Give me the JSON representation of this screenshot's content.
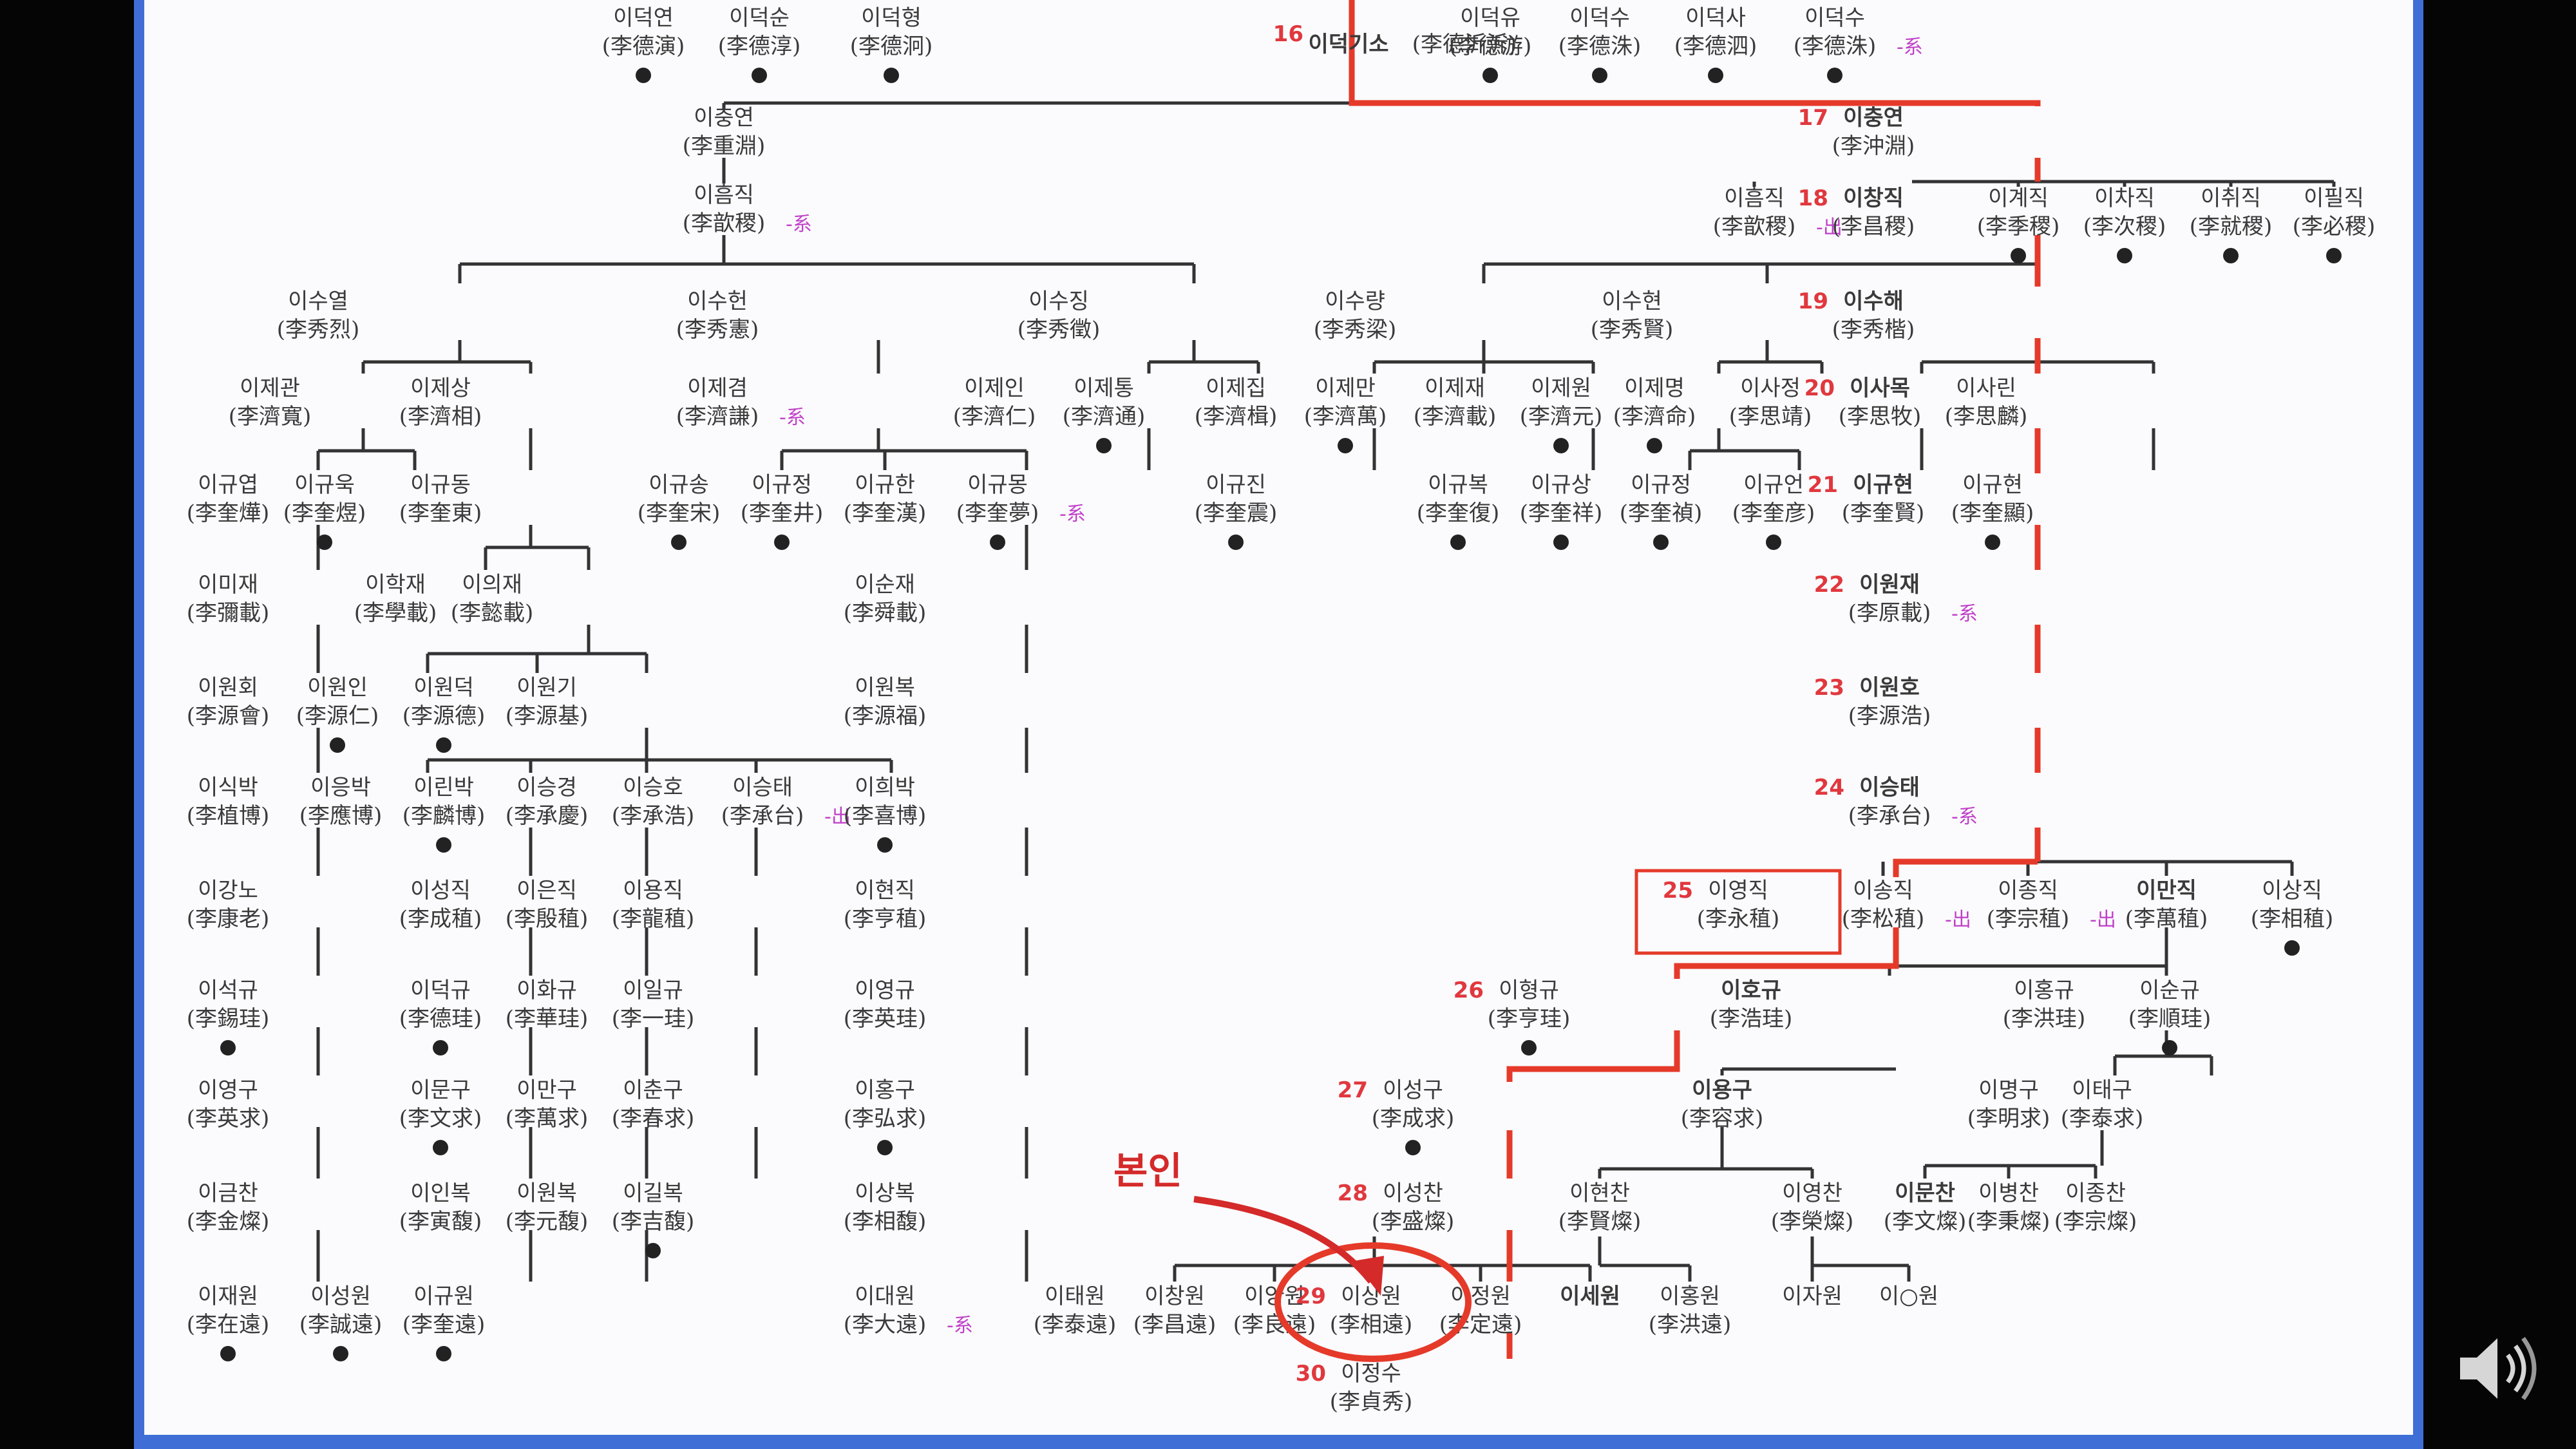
{
  "colors": {
    "background": "#050505",
    "frame": "#3f6fd6",
    "paper": "#fbfbfd",
    "main_line": "#e53a2a",
    "tree_line": "#333333",
    "ink": "#3a3a3a",
    "generation": "#e0383e",
    "tag": "#c040c8",
    "callout": "#d42a2a"
  },
  "callout": {
    "label": "본인"
  },
  "speaker": {
    "icon": "speaker-icon"
  },
  "nodes": [
    {
      "name": "이덕연",
      "hanja": "(李德演)"
    },
    {
      "name": "이덕순",
      "hanja": "(李德淳)"
    },
    {
      "name": "이덕형",
      "hanja": "(李德泂)"
    },
    {
      "gen": "16",
      "name": "이덕기소",
      "hanja": "(李德沂泝)"
    },
    {
      "name": "이덕유",
      "hanja": "(李德游)"
    },
    {
      "name": "이덕수",
      "hanja": "(李德洙)"
    },
    {
      "name": "이덕사",
      "hanja": "(李德泗)"
    },
    {
      "name": "이덕수",
      "hanja": "(李德洙)",
      "tag": "-系"
    },
    {
      "name": "이충연",
      "hanja": "(李重淵)"
    },
    {
      "gen": "17",
      "name": "이충연",
      "hanja": "(李沖淵)"
    },
    {
      "name": "이흠직",
      "hanja": "(李歆稷)",
      "tag": "-系"
    },
    {
      "name": "이흠직",
      "hanja": "(李歆稷)",
      "tag": "-出"
    },
    {
      "gen": "18",
      "name": "이창직",
      "hanja": "(李昌稷)"
    },
    {
      "name": "이계직",
      "hanja": "(李季稷)"
    },
    {
      "name": "이차직",
      "hanja": "(李次稷)"
    },
    {
      "name": "이취직",
      "hanja": "(李就稷)"
    },
    {
      "name": "이필직",
      "hanja": "(李必稷)"
    },
    {
      "name": "이수열",
      "hanja": "(李秀烈)"
    },
    {
      "name": "이수헌",
      "hanja": "(李秀憲)"
    },
    {
      "name": "이수징",
      "hanja": "(李秀徵)"
    },
    {
      "name": "이수량",
      "hanja": "(李秀梁)"
    },
    {
      "name": "이수현",
      "hanja": "(李秀賢)"
    },
    {
      "gen": "19",
      "name": "이수해",
      "hanja": "(李秀楷)"
    },
    {
      "name": "이제관",
      "hanja": "(李濟寬)"
    },
    {
      "name": "이제상",
      "hanja": "(李濟相)"
    },
    {
      "name": "이제겸",
      "hanja": "(李濟謙)",
      "tag": "-系"
    },
    {
      "name": "이제인",
      "hanja": "(李濟仁)"
    },
    {
      "name": "이제통",
      "hanja": "(李濟通)"
    },
    {
      "name": "이제집",
      "hanja": "(李濟楫)"
    },
    {
      "name": "이제만",
      "hanja": "(李濟萬)"
    },
    {
      "name": "이제재",
      "hanja": "(李濟載)"
    },
    {
      "name": "이제원",
      "hanja": "(李濟元)"
    },
    {
      "name": "이제명",
      "hanja": "(李濟命)"
    },
    {
      "name": "이사정",
      "hanja": "(李思靖)"
    },
    {
      "gen": "20",
      "name": "이사목",
      "hanja": "(李思牧)"
    },
    {
      "name": "이사린",
      "hanja": "(李思麟)"
    },
    {
      "name": "이규엽",
      "hanja": "(李奎燁)"
    },
    {
      "name": "이규욱",
      "hanja": "(李奎煜)"
    },
    {
      "name": "이규동",
      "hanja": "(李奎東)"
    },
    {
      "name": "이규송",
      "hanja": "(李奎宋)"
    },
    {
      "name": "이규정",
      "hanja": "(李奎井)"
    },
    {
      "name": "이규한",
      "hanja": "(李奎漢)"
    },
    {
      "name": "이규몽",
      "hanja": "(李奎夢)",
      "tag": "-系"
    },
    {
      "name": "이규진",
      "hanja": "(李奎震)"
    },
    {
      "name": "이규복",
      "hanja": "(李奎復)"
    },
    {
      "name": "이규상",
      "hanja": "(李奎祥)"
    },
    {
      "name": "이규정",
      "hanja": "(李奎禎)"
    },
    {
      "name": "이규언",
      "hanja": "(李奎彦)"
    },
    {
      "gen": "21",
      "name": "이규현",
      "hanja": "(李奎賢)"
    },
    {
      "name": "이규현",
      "hanja": "(李奎顯)"
    },
    {
      "name": "이미재",
      "hanja": "(李彌載)"
    },
    {
      "name": "이학재",
      "hanja": "(李學載)"
    },
    {
      "name": "이의재",
      "hanja": "(李懿載)"
    },
    {
      "name": "이순재",
      "hanja": "(李舜載)"
    },
    {
      "gen": "22",
      "name": "이원재",
      "hanja": "(李原載)",
      "tag": "-系"
    },
    {
      "name": "이원회",
      "hanja": "(李源會)"
    },
    {
      "name": "이원인",
      "hanja": "(李源仁)"
    },
    {
      "name": "이원덕",
      "hanja": "(李源德)"
    },
    {
      "name": "이원기",
      "hanja": "(李源基)"
    },
    {
      "name": "이원복",
      "hanja": "(李源福)"
    },
    {
      "gen": "23",
      "name": "이원호",
      "hanja": "(李源浩)"
    },
    {
      "name": "이식박",
      "hanja": "(李植博)"
    },
    {
      "name": "이응박",
      "hanja": "(李應博)"
    },
    {
      "name": "이린박",
      "hanja": "(李麟博)"
    },
    {
      "name": "이승경",
      "hanja": "(李承慶)"
    },
    {
      "name": "이승호",
      "hanja": "(李承浩)"
    },
    {
      "name": "이승태",
      "hanja": "(李承台)",
      "tag": "-出"
    },
    {
      "name": "이희박",
      "hanja": "(李喜博)"
    },
    {
      "gen": "24",
      "name": "이승태",
      "hanja": "(李承台)",
      "tag": "-系"
    },
    {
      "name": "이강노",
      "hanja": "(李康老)"
    },
    {
      "name": "이성직",
      "hanja": "(李成稙)"
    },
    {
      "name": "이은직",
      "hanja": "(李殷稙)"
    },
    {
      "name": "이용직",
      "hanja": "(李龍稙)"
    },
    {
      "name": "이현직",
      "hanja": "(李亨稙)"
    },
    {
      "gen": "25",
      "name": "이영직",
      "hanja": "(李永稙)"
    },
    {
      "name": "이송직",
      "hanja": "(李松稙)",
      "tag": "-出"
    },
    {
      "name": "이종직",
      "hanja": "(李宗稙)",
      "tag": "-出"
    },
    {
      "name": "이만직",
      "hanja": "(李萬稙)"
    },
    {
      "name": "이상직",
      "hanja": "(李相稙)"
    },
    {
      "name": "이석규",
      "hanja": "(李錫珪)"
    },
    {
      "name": "이덕규",
      "hanja": "(李德珪)"
    },
    {
      "name": "이화규",
      "hanja": "(李華珪)"
    },
    {
      "name": "이일규",
      "hanja": "(李一珪)"
    },
    {
      "name": "이영규",
      "hanja": "(李英珪)"
    },
    {
      "gen": "26",
      "name": "이형규",
      "hanja": "(李亨珪)"
    },
    {
      "name": "이호규",
      "hanja": "(李浩珪)"
    },
    {
      "name": "이홍규",
      "hanja": "(李洪珪)"
    },
    {
      "name": "이순규",
      "hanja": "(李順珪)"
    },
    {
      "name": "이영구",
      "hanja": "(李英求)"
    },
    {
      "name": "이문구",
      "hanja": "(李文求)"
    },
    {
      "name": "이만구",
      "hanja": "(李萬求)"
    },
    {
      "name": "이춘구",
      "hanja": "(李春求)"
    },
    {
      "name": "이홍구",
      "hanja": "(李弘求)"
    },
    {
      "gen": "27",
      "name": "이성구",
      "hanja": "(李成求)"
    },
    {
      "name": "이용구",
      "hanja": "(李容求)"
    },
    {
      "name": "이명구",
      "hanja": "(李明求)"
    },
    {
      "name": "이태구",
      "hanja": "(李泰求)"
    },
    {
      "name": "이금찬",
      "hanja": "(李金燦)"
    },
    {
      "name": "이인복",
      "hanja": "(李寅馥)"
    },
    {
      "name": "이원복",
      "hanja": "(李元馥)"
    },
    {
      "name": "이길복",
      "hanja": "(李吉馥)"
    },
    {
      "name": "이상복",
      "hanja": "(李相馥)"
    },
    {
      "gen": "28",
      "name": "이성찬",
      "hanja": "(李盛燦)"
    },
    {
      "name": "이현찬",
      "hanja": "(李賢燦)"
    },
    {
      "name": "이영찬",
      "hanja": "(李榮燦)"
    },
    {
      "name": "이문찬",
      "hanja": "(李文燦)"
    },
    {
      "name": "이병찬",
      "hanja": "(李秉燦)"
    },
    {
      "name": "이종찬",
      "hanja": "(李宗燦)"
    },
    {
      "name": "이재원",
      "hanja": "(李在遠)"
    },
    {
      "name": "이성원",
      "hanja": "(李誠遠)"
    },
    {
      "name": "이규원",
      "hanja": "(李奎遠)"
    },
    {
      "name": "이대원",
      "hanja": "(李大遠)",
      "tag": "-系"
    },
    {
      "name": "이태원",
      "hanja": "(李泰遠)"
    },
    {
      "name": "이창원",
      "hanja": "(李昌遠)"
    },
    {
      "name": "이양원",
      "hanja": "(李良遠)"
    },
    {
      "gen": "29",
      "name": "이상원",
      "hanja": "(李相遠)"
    },
    {
      "name": "이정원",
      "hanja": "(李定遠)"
    },
    {
      "name": "이세원",
      "hanja": ""
    },
    {
      "name": "이홍원",
      "hanja": "(李洪遠)"
    },
    {
      "name": "이자원",
      "hanja": ""
    },
    {
      "name": "이○원",
      "hanja": ""
    },
    {
      "gen": "30",
      "name": "이정수",
      "hanja": "(李貞秀)"
    }
  ]
}
